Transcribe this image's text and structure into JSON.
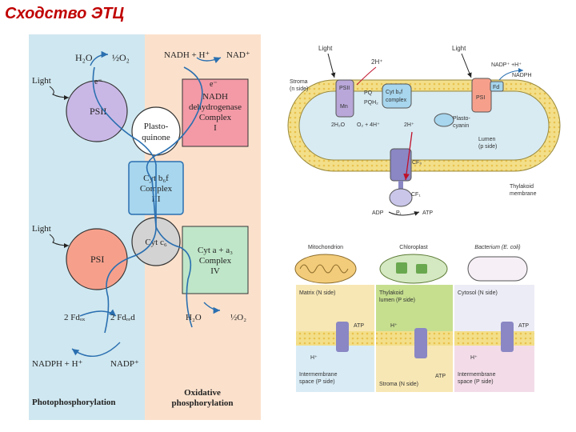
{
  "page_title": "Сходство ЭТЦ",
  "left": {
    "h2o": "H₂O",
    "half_o2_top": "½O₂",
    "nadh_h": "NADH + H⁺",
    "nad": "NAD⁺",
    "light1": "Light",
    "e1": "e⁻",
    "e2": "e⁻",
    "psii": "PSII",
    "plastoquinone": [
      "Plasto-",
      "quinone"
    ],
    "nadh_dh": [
      "NADH",
      "dehydrogenase",
      "Complex",
      "I"
    ],
    "cytb6f": [
      "Cyt b₆f",
      "Complex",
      "III"
    ],
    "light2": "Light",
    "psi": "PSI",
    "cytc6": "Cyt c₆",
    "cytaa3": [
      "Cyt a + a₃",
      "Complex",
      "IV"
    ],
    "fd_ox": "2 Fdₒₓ",
    "fd_red": "2 Fdᵣₑd",
    "h2o_bottom": "H₂O",
    "half_o2_bottom": "½O₂",
    "nadph": "NADPH + H⁺",
    "nadp": "NADP⁺",
    "photo_label": "Photophosphorylation",
    "oxid_label": [
      "Oxidative",
      "phosphorylation"
    ]
  },
  "thylakoid": {
    "light_left": "Light",
    "light_right": "Light",
    "stroma": [
      "Stroma",
      "(n side)"
    ],
    "psii": "PSII",
    "two_h_top": "2H⁺",
    "pq": "PQ",
    "pqh2": "PQH₂",
    "cyt_b6f": [
      "Cyt b₆f",
      "complex"
    ],
    "fd": "Fd",
    "nadp_h": "NADP⁺ +H⁺",
    "nadph": "NADPH",
    "psi": "PSI",
    "mn": "Mn",
    "two_h2o": "2H₂O",
    "o2_h": "O₂ + 4H⁺",
    "two_h_bottom": "2H⁺",
    "plastocyanin": [
      "Plasto-",
      "cyanin"
    ],
    "lumen": [
      "Lumen",
      "(p side)"
    ],
    "cfo": "CF₀",
    "cf1": "CF₁",
    "thylakoid_membrane": [
      "Thylakoid",
      "membrane"
    ],
    "adp": "ADP",
    "pi": "Pᵢ",
    "atp": "ATP"
  },
  "compare": {
    "mito_title": "Mitochondrion",
    "chloro_title": "Chloroplast",
    "bact_title": "Bacterium (E. coli)",
    "mito_top": "Matrix (N side)",
    "chloro_top": [
      "Thylakoid",
      "lumen (P side)"
    ],
    "bact_top": "Cytosol (N side)",
    "mito_bottom": [
      "Intermembrane",
      "space (P side)"
    ],
    "chloro_bottom": "Stroma (N side)",
    "bact_bottom": [
      "Intermembrane",
      "space (P side)"
    ],
    "atp": "ATP",
    "h": "H⁺"
  }
}
